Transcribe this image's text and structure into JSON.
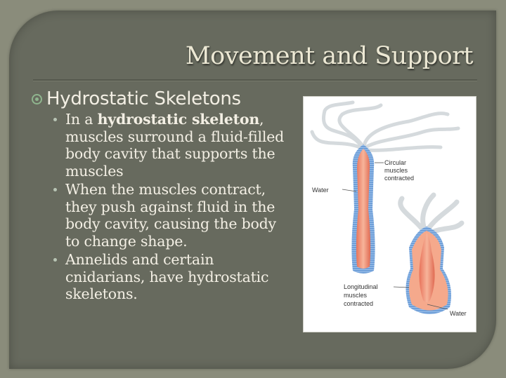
{
  "slide": {
    "title": "Movement and Support",
    "heading": "Hydrostatic Skeletons",
    "bullets": [
      {
        "pre": "In a ",
        "bold": "hydrostatic skeleton",
        "post": ", muscles surround a fluid-filled body cavity that supports the muscles"
      },
      {
        "text": "When the muscles contract, they push against fluid in the body cavity, causing the body to change shape."
      },
      {
        "text": "Annelids and certain cnidarians, have hydrostatic skeletons."
      }
    ],
    "colors": {
      "background": "#8a8c7b",
      "panel": "#676a5e",
      "title_text": "#ece8d4",
      "body_text": "#f3efe4",
      "bullet_accent": "#8fb58e"
    }
  },
  "figure": {
    "labels": {
      "circular_line1": "Circular",
      "circular_line2": "muscles",
      "circular_line3": "contracted",
      "water_top": "Water",
      "longitudinal_line1": "Longitudinal",
      "longitudinal_line2": "muscles",
      "longitudinal_line3": "contracted",
      "water_bottom": "Water"
    }
  }
}
